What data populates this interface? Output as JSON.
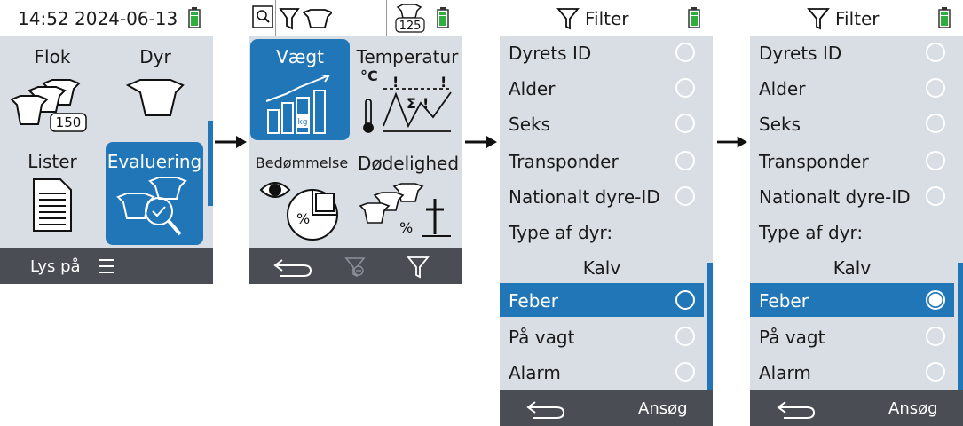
{
  "screen1": {
    "time": "14:52",
    "date": "2024-06-13",
    "tiles": [
      {
        "label": "Flok",
        "badge": "150"
      },
      {
        "label": "Dyr"
      },
      {
        "label": "Lister"
      },
      {
        "label": "Evaluering"
      }
    ],
    "footer": {
      "light_label": "Lys på"
    }
  },
  "screen2": {
    "herd_badge": "125",
    "tiles": [
      {
        "label": "Vægt"
      },
      {
        "label": "Temperatur",
        "unit": "°C"
      },
      {
        "label": "Bedømmelse"
      },
      {
        "label": "Dødelighed"
      }
    ]
  },
  "screen3": {
    "title": "Filter",
    "items": [
      "Dyrets ID",
      "Alder",
      "Seks",
      "Transponder",
      "Nationalt dyre-ID"
    ],
    "section_label": "Type af dyr:",
    "type_header": "Kalv",
    "type_items": [
      "Feber",
      "På vagt",
      "Alarm"
    ],
    "apply_label": "Ansøg"
  },
  "screen4": {
    "title": "Filter",
    "items": [
      "Dyrets ID",
      "Alder",
      "Seks",
      "Transponder",
      "Nationalt dyre-ID"
    ],
    "section_label": "Type af dyr:",
    "type_header": "Kalv",
    "type_items": [
      "Feber",
      "På vagt",
      "Alarm"
    ],
    "apply_label": "Ansøg"
  },
  "colors": {
    "accent": "#2176b8",
    "panel": "#d9dee4",
    "footer": "#4b4d55",
    "battery": "#2fae3e"
  }
}
